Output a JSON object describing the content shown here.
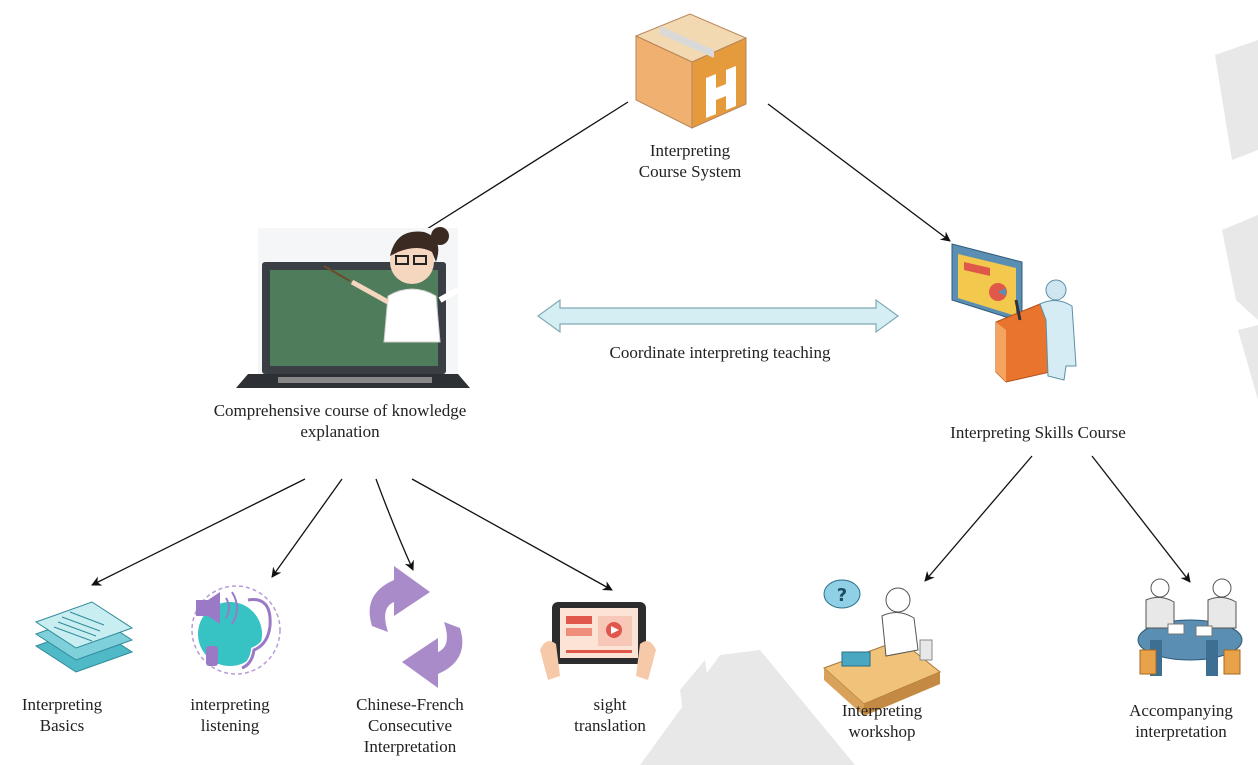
{
  "root": {
    "label_line1": "Interpreting",
    "label_line2": "Course System",
    "icon": "package-box-icon"
  },
  "left_course": {
    "label_line1": "Comprehensive course of knowledge",
    "label_line2": "explanation",
    "icon": "teacher-laptop-icon"
  },
  "right_course": {
    "label": "Interpreting Skills Course",
    "icon": "presenter-podium-icon"
  },
  "link": {
    "label": "Coordinate interpreting teaching"
  },
  "left_children": [
    {
      "line1": "Interpreting",
      "line2": "Basics",
      "line3": "",
      "icon": "document-stack-icon"
    },
    {
      "line1": "interpreting",
      "line2": "listening",
      "line3": "",
      "icon": "ear-listening-icon"
    },
    {
      "line1": "Chinese-French",
      "line2": "Consecutive",
      "line3": "Interpretation",
      "icon": "circular-arrows-icon"
    },
    {
      "line1": "sight",
      "line2": "translation",
      "line3": "",
      "icon": "tablet-video-icon"
    }
  ],
  "right_children": [
    {
      "line1": "Interpreting",
      "line2": "workshop",
      "icon": "phone-desk-question-icon"
    },
    {
      "line1": "Accompanying",
      "line2": "interpretation",
      "icon": "meeting-table-icon"
    }
  ],
  "colors": {
    "arrow": "#111111",
    "link_arrow_fill": "#d4eef4",
    "link_arrow_stroke": "#7fa9b5",
    "watermark": "#e6e6e6"
  }
}
